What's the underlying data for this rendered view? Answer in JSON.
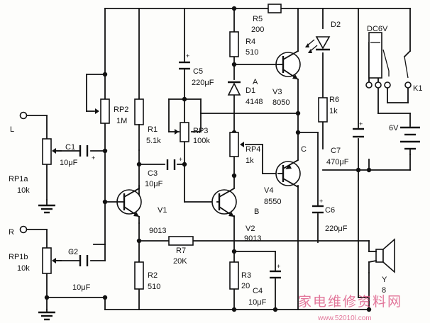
{
  "labels": {
    "input_left": "L",
    "input_right": "R",
    "pot_rp1a_name": "RP1a",
    "pot_rp1a_value": "10k",
    "pot_rp1b_name": "RP1b",
    "pot_rp1b_value": "10k",
    "cap_c1_name": "C1",
    "cap_c1_value": "10μF",
    "cap_c2_name": "C2",
    "cap_c2_value": "10μF",
    "pot_rp2_name": "RP2",
    "pot_rp2_value": "1M",
    "res_r1_name": "R1",
    "res_r1_value": "5.1k",
    "cap_c3_name": "C3",
    "cap_c3_value": "10μF",
    "cap_c5_name": "C5",
    "cap_c5_value": "220μF",
    "pot_rp3_name": "RP3",
    "pot_rp3_value": "100k",
    "res_r5_name": "R5",
    "res_r5_value": "200",
    "res_r4_name": "R4",
    "res_r4_value": "510",
    "node_a": "A",
    "diode_d1_name": "D1",
    "diode_d1_value": "4148",
    "trans_v3_name": "V3",
    "trans_v3_value": "8050",
    "pot_rp4_name": "RP4",
    "pot_rp4_value": "1k",
    "node_c": "C",
    "trans_v4_name": "V4",
    "trans_v4_value": "8550",
    "node_b": "B",
    "trans_v1_name": "V1",
    "trans_v1_value": "9013",
    "trans_v2_name": "V2",
    "trans_v2_value": "9013",
    "res_r7_name": "R7",
    "res_r7_value": "20K",
    "res_r2_name": "R2",
    "res_r2_value": "510",
    "res_r3_name": "R3",
    "res_r3_value": "20",
    "cap_c4_name": "C4",
    "cap_c4_value": "10μF",
    "led_d2_name": "D2",
    "res_r6_name": "R6",
    "res_r6_value": "1k",
    "cap_c7_name": "C7",
    "cap_c7_value": "470μF",
    "cap_c6_name": "C6",
    "cap_c6_value": "220μF",
    "relay_coil_label": "DC6V",
    "relay_k1_name": "K1",
    "battery_value": "6V",
    "speaker_name": "Y",
    "speaker_value": "8"
  },
  "watermark": {
    "text": "家电维修资料网",
    "url": "www.52010l.com"
  }
}
